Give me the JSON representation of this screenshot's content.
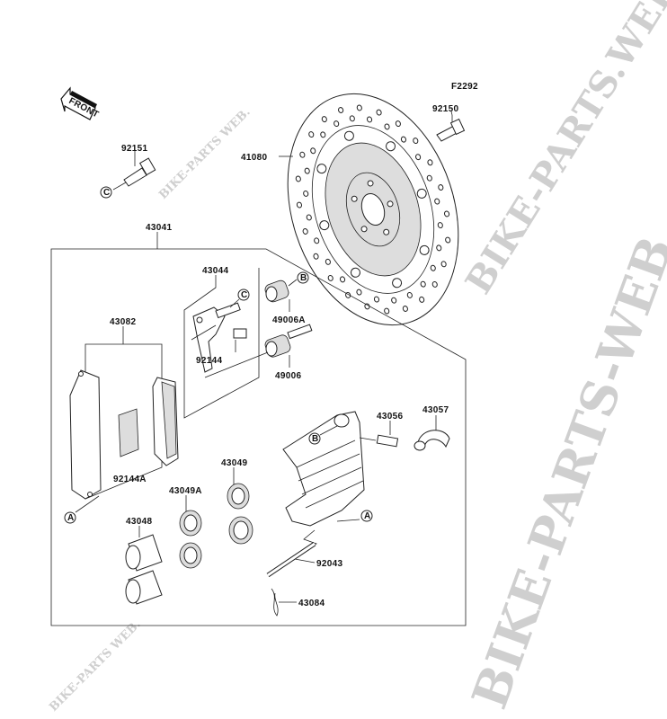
{
  "diagram": {
    "figure_code": "F2292",
    "front_arrow_label": "FRONT",
    "watermarks": [
      "BIKE-PARTS-WEB",
      "BIKE-PARTS.WEB ©",
      "BIKE-PARTS WEB.",
      "BIKE-PARTS WEB."
    ],
    "parts": [
      {
        "id": "92150"
      },
      {
        "id": "41080"
      },
      {
        "id": "92151"
      },
      {
        "id": "43041"
      },
      {
        "id": "43044"
      },
      {
        "id": "49006A"
      },
      {
        "id": "43082"
      },
      {
        "id": "92144"
      },
      {
        "id": "49006"
      },
      {
        "id": "43056"
      },
      {
        "id": "43057"
      },
      {
        "id": "92144A"
      },
      {
        "id": "43049"
      },
      {
        "id": "43049A"
      },
      {
        "id": "43048"
      },
      {
        "id": "92043"
      },
      {
        "id": "43084"
      }
    ],
    "refs": {
      "a": "A",
      "b": "B",
      "c": "C"
    }
  }
}
